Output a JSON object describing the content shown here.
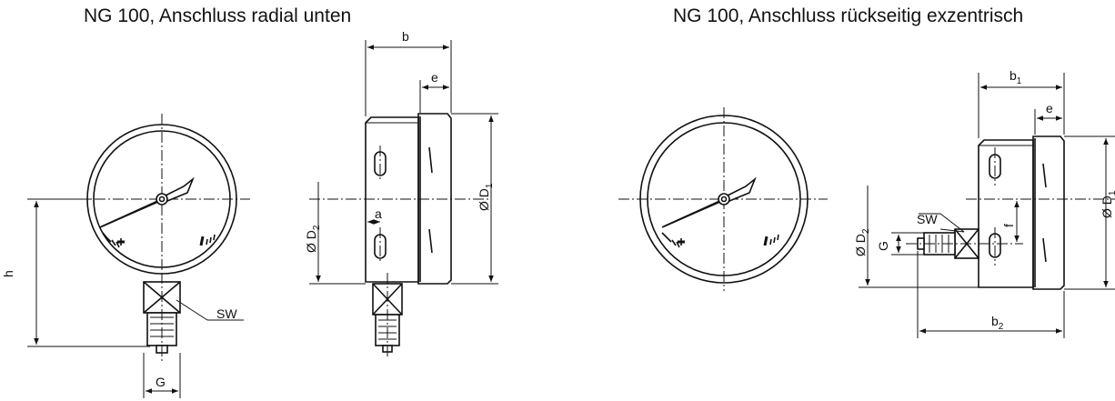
{
  "titles": {
    "left": "NG 100, Anschluss radial unten",
    "right": "NG 100, Anschluss rückseitig exzentrisch"
  },
  "dimensions": {
    "b": "b",
    "e": "e",
    "a": "a",
    "h": "h",
    "G": "G",
    "SW": "SW",
    "D1": {
      "base": "Ø D",
      "sub": "1"
    },
    "D2": {
      "base": "Ø D",
      "sub": "2"
    },
    "b1": {
      "base": "b",
      "sub": "1"
    },
    "b2": {
      "base": "b",
      "sub": "2"
    },
    "f": "f"
  }
}
